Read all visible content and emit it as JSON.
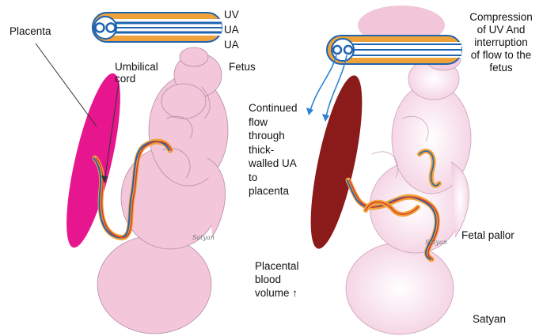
{
  "left_panel": {
    "placenta_label": "Placenta",
    "umbilical_label": [
      "Umbilical",
      "cord"
    ],
    "fetus_label": "Fetus",
    "vessel_labels": [
      "UV",
      "UA",
      "UA"
    ],
    "signature": "Satyan"
  },
  "right_panel": {
    "compression_label": [
      "Compression",
      "of UV And",
      "interruption",
      "of flow to the",
      "fetus"
    ],
    "continued_flow_label": [
      "Continued",
      "flow",
      "through",
      "thick-",
      "walled UA",
      "to",
      "placenta"
    ],
    "placental_volume_label": [
      "Placental",
      "blood",
      "volume ↑"
    ],
    "fetal_pallor_label": "Fetal pallor",
    "signature": "Satyan",
    "author": "Satyan"
  },
  "colors": {
    "placenta_normal": "#e8168e",
    "placenta_congested": "#8b1a1a",
    "fetus_skin": "#f3c6da",
    "fetus_pale": "#f7e1ec",
    "cord_outer": "#f0a23a",
    "cord_vein": "#1e63b0",
    "cord_artery": "#d93a2b",
    "arrow_blue": "#2b83d6",
    "compression_pad": "#f2c6d8"
  }
}
